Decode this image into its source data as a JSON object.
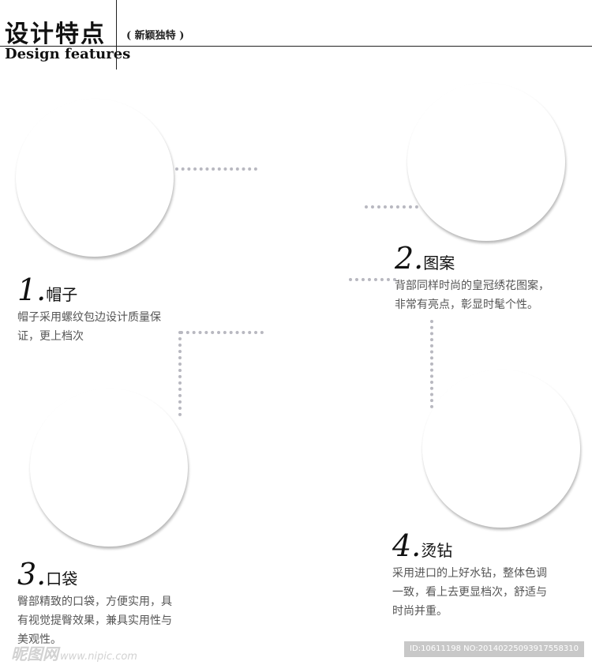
{
  "header": {
    "title_cn": "设计特点",
    "subtitle": "( 新颖独特 )",
    "title_en": "Design features"
  },
  "features": [
    {
      "num": "1.",
      "name": "帽子",
      "desc": "帽子采用螺纹包边设计质量保证，更上档次"
    },
    {
      "num": "2.",
      "name": "图案",
      "desc": "背部同样时尚的皇冠绣花图案，非常有亮点，彰显时髦个性。"
    },
    {
      "num": "3.",
      "name": "口袋",
      "desc": "臀部精致的口袋，方便实用，具有视觉提臀效果，兼具实用性与美观性。"
    },
    {
      "num": "4.",
      "name": "烫钻",
      "desc": "采用进口的上好水钻，整体色调一致，看上去更显档次，舒适与时尚并重。"
    }
  ],
  "watermark": {
    "brand": "昵图网",
    "url": "www.nipic.com",
    "id_text": "ID:10611198 NO:20140225093917558310"
  }
}
